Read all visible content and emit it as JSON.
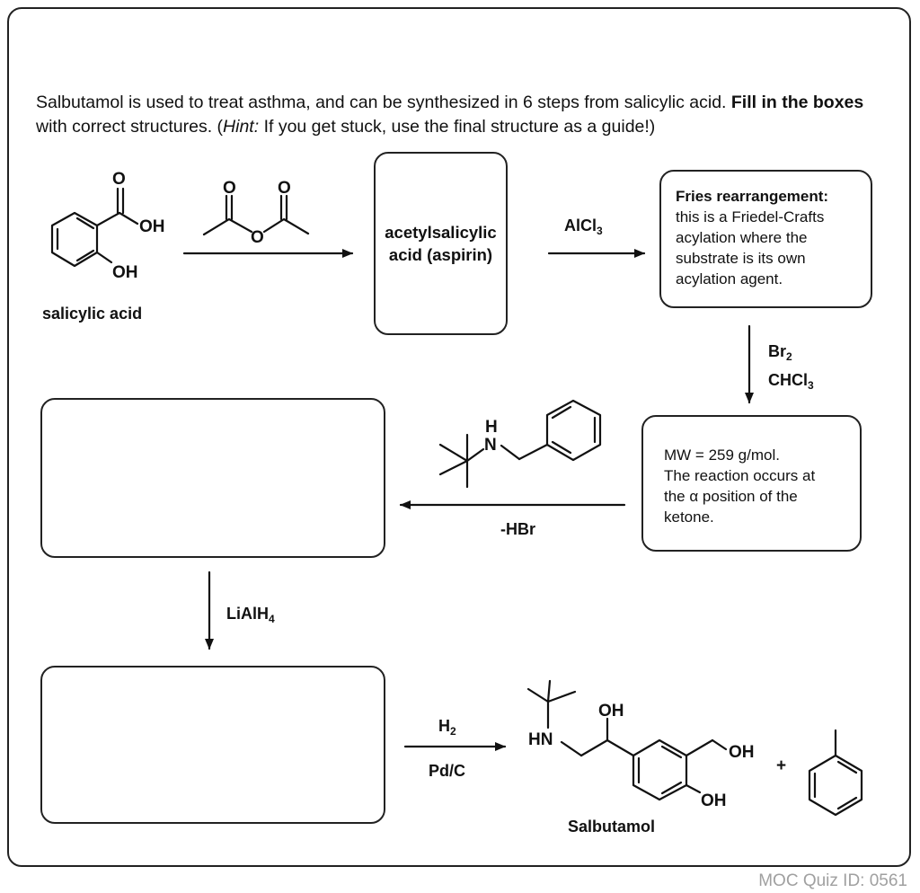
{
  "intro": {
    "part1": "Salbutamol is used to treat asthma, and can be synthesized in 6 steps from salicylic acid. ",
    "bold1": "Fill in the boxes",
    "part2": " with correct structures. (",
    "hint_label": "Hint:",
    "part3": " If you get stuck, use the final structure as a guide!)"
  },
  "start_material": {
    "name": "salicylic acid",
    "labels": [
      "O",
      "OH",
      "OH"
    ]
  },
  "reagent_anhydride": {
    "labels": [
      "O",
      "O",
      "O"
    ]
  },
  "box_aspirin": {
    "line1": "acetylsalicylic",
    "line2": "acid (aspirin)"
  },
  "step2": {
    "reagent": "AlCl",
    "sub": "3"
  },
  "fries_box": {
    "title": "Fries rearrangement:",
    "lines": [
      "this is a Friedel-Crafts",
      "acylation where the",
      "substrate is its own",
      "acylation agent."
    ]
  },
  "step3": {
    "reagent1": "Br",
    "sub1": "2",
    "reagent2": "CHCl",
    "sub2": "3"
  },
  "mw_box": {
    "lines": [
      "MW = 259 g/mol.",
      "The reaction occurs at",
      "the α position of the",
      "ketone."
    ]
  },
  "step4": {
    "amine_label": "N",
    "amine_h": "H",
    "byproduct": "-HBr"
  },
  "step5": {
    "reagent": "LiAlH",
    "sub": "4"
  },
  "step6": {
    "reagent1": "H",
    "sub1": "2",
    "reagent2": "Pd/C"
  },
  "product": {
    "name": "Salbutamol",
    "labels": [
      "OH",
      "HN",
      "OH",
      "OH"
    ],
    "plus": "+"
  },
  "footer": "MOC Quiz ID: 0561"
}
